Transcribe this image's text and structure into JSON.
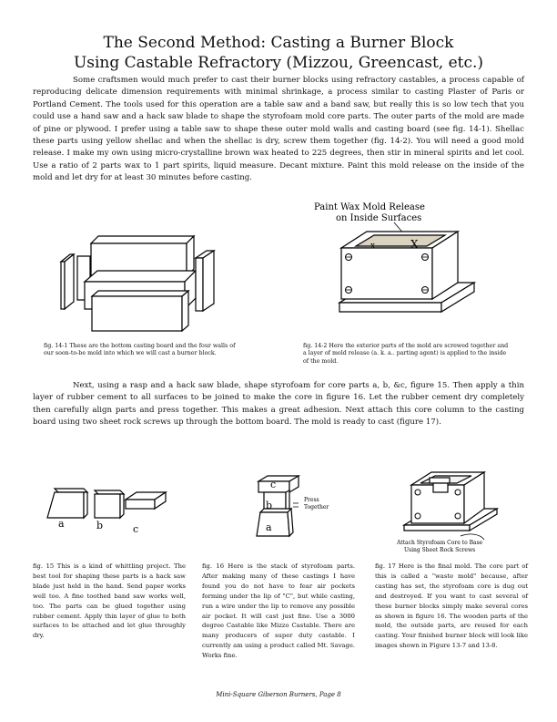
{
  "title_line1": "The Second Method: Casting a Burner Block",
  "title_line2": "Using Castable Refractory (Mizzou, Greencast, etc.)",
  "para1": "Some craftsmen would much prefer to cast their burner blocks using refractory castables, a process capable of reproducing delicate dimension requirements with minimal shrinkage, a process similar to casting Plaster of Paris or Portland Cement. The tools used for this operation are a table saw and a band saw, but really this is so low tech that you could use a hand saw and a hack saw blade to shape the styrofoam mold core parts. The outer parts of the mold are made of pine or plywood. I prefer using a table saw to shape these outer mold walls and casting board (see fig. 14-1). Shellac these parts using yellow shellac and when the shellac is dry, screw them together (fig. 14-2). You will need a good mold release. I make my own using micro-crystalline brown wax heated to 225 degrees, then stir in mineral spirits and let cool. Use a ratio of 2 parts wax to 1 part spirits, liquid measure. Decant mixture. Paint this mold release on the inside of the mold and let dry for at least 30 minutes before casting.",
  "para2": "Next, using a rasp and a hack saw blade, shape styrofoam for core parts a, b, &c, figure 15. Then apply a thin layer of rubber cement to all surfaces to be joined to make the core in figure 16. Let the rubber cement dry completely then carefully align parts and press together. This makes a great adhesion. Next attach this core column to the casting board using two sheet rock screws up through the bottom board. The mold is ready to cast (figure 17).",
  "callout_line1": "Paint Wax Mold Release",
  "callout_line2": "on Inside Surfaces",
  "x_small": "x",
  "x_large": "X",
  "fig14_1_caption": "fig. 14-1  These are the bottom casting board and the four walls of our soon-to-be mold into which we will cast a burner block.",
  "fig14_2_caption": "fig. 14-2  Here the exterior parts of the mold are screwed together and a layer of mold release (a. k. a.. parting agent) is applied to the inside of the mold.",
  "label_a": "a",
  "label_b": "b",
  "label_c": "c",
  "press_together_1": "Press",
  "press_together_2": "Together",
  "attach_note_1": "Attach Styrofoam Core to Base",
  "attach_note_2": "Using Sheet Rock Screws",
  "fig15": "fig. 15  This is a kind of whittling project. The best tool for shaping these parts is a hack saw blade just held in the hand. Send paper works well too. A fine toothed band saw works well, too. The parts can be glued together using rubber cement. Apply thin layer of glue to both surfaces to be attached and let glue throughly dry.",
  "fig16": "fig. 16  Here is the stack of styrofoam parts. After making many of these castings I have found you do not have to fear air pockets forming under the lip of \"C\", but while casting, run a wire under the lip to remove any possible air pocket. It will cast just fine. Use a 3000 degree Castable like Mizzo Castable. There are many producers of super duty castable. I currently am using a product called Mt. Savage. Works fine.",
  "fig17": "fig. 17  Here is the final mold. The core part of this is called a \"waste mold\" because, after casting has set, the styrofoam core is dug out and destroyed. If you want to cast several of these burner blocks simply make several cores as shown in figure 16. The wooden parts of the mold, the outside parts, are reused for each casting. Your finished burner block will look like images shown in Figure 13-7 and 13-8.",
  "footer": "Mini-Square Giberson Burners,   Page 8"
}
